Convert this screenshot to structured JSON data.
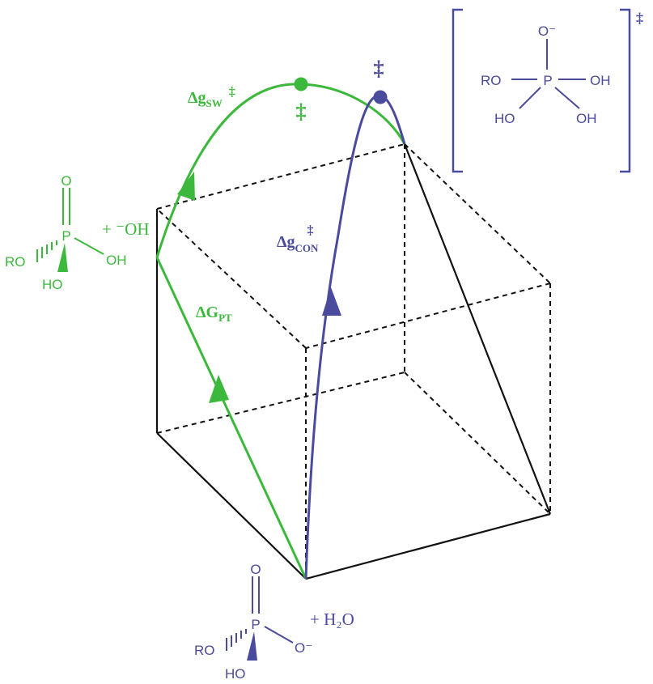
{
  "colors": {
    "green": "#3cb93c",
    "blue": "#4a4a9e",
    "black": "#111111"
  },
  "paths": {
    "switch": {
      "label_main": "Δg",
      "label_sub": "SW",
      "label_sup": "‡"
    },
    "concerted": {
      "label_main": "Δg",
      "label_sub": "CON",
      "label_sup": "‡"
    },
    "proton_transfer": {
      "label_main": "ΔG",
      "label_sub": "PT"
    }
  },
  "transition_states": {
    "switch_marker": "‡",
    "concerted_marker": "‡"
  },
  "structures": {
    "intermediate": {
      "atom_o_top": "O",
      "atom_p": "P",
      "group_ro": "RO",
      "group_oh_right": "OH",
      "group_ho_bottom": "HO",
      "addend": "+ ⁻OH"
    },
    "reactant": {
      "atom_o_top": "O",
      "atom_p": "P",
      "group_ro": "RO",
      "group_o_minus": "O⁻",
      "group_ho_bottom": "HO",
      "addend": "+ H₂O"
    },
    "transition_state": {
      "atom_o_top": "O⁻",
      "atom_p": "P",
      "group_ro": "RO",
      "group_oh_right": "OH",
      "group_ho": "HO",
      "group_oh_lower": "OH",
      "bracket_marker": "‡"
    }
  }
}
